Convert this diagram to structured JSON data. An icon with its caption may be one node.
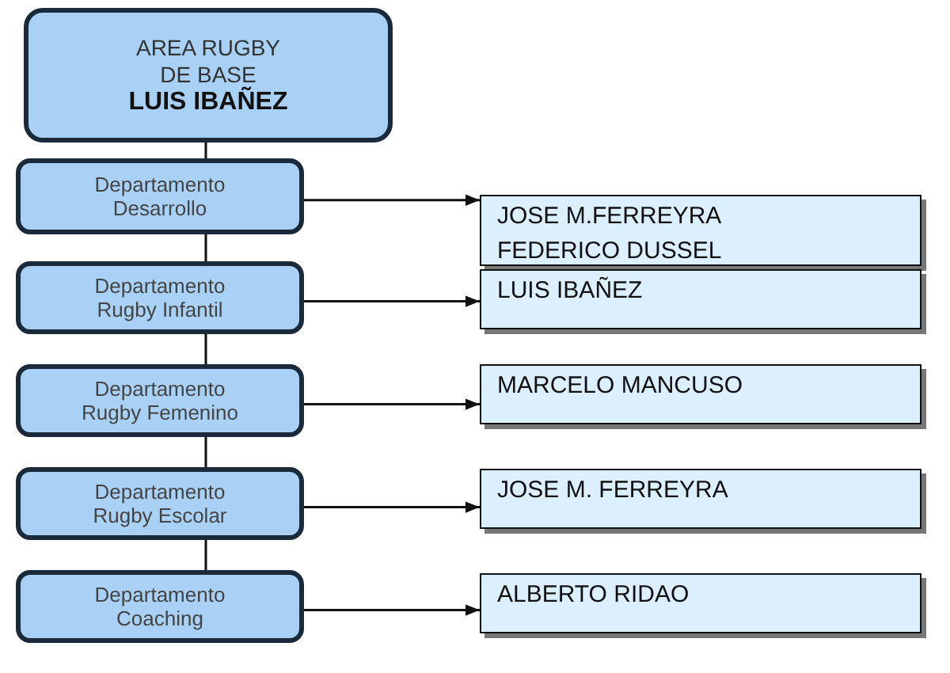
{
  "diagram": {
    "nodes": [
      {
        "text": [
          "AREA RUGBY DE BASE",
          "LUIS IBAÑEZ"
        ]
      },
      {
        "text": [
          "Departamento Desarrollo"
        ]
      },
      {
        "text": [
          "JOSE M.FERREYRA FEDERICO DUSSEL"
        ]
      },
      {
        "text": [
          "Departamento Rugby Infantil"
        ]
      },
      {
        "text": [
          "LUIS IBAÑEZ"
        ]
      },
      {
        "text": [
          "Departamento Rugby Femenino"
        ]
      },
      {
        "text": [
          "MARCELO MANCUSO"
        ]
      },
      {
        "text": [
          "Departamento Rugby Escolar"
        ]
      },
      {
        "text": [
          "JOSE M. FERREYRA"
        ]
      },
      {
        "text": [
          "Departamento Coaching"
        ]
      },
      {
        "text": [
          "ALBERTO RIDAO"
        ]
      }
    ],
    "edges": [
      {
        "from": 0,
        "to": 1,
        "arrow": "none"
      },
      {
        "from": 1,
        "to": 3,
        "arrow": "none"
      },
      {
        "from": 3,
        "to": 5,
        "arrow": "none"
      },
      {
        "from": 5,
        "to": 7,
        "arrow": "none"
      },
      {
        "from": 7,
        "to": 9,
        "arrow": "none"
      },
      {
        "from": 1,
        "to": 2,
        "arrow": "to"
      },
      {
        "from": 3,
        "to": 4,
        "arrow": "to"
      },
      {
        "from": 5,
        "to": 6,
        "arrow": "to"
      },
      {
        "from": 7,
        "to": 8,
        "arrow": "to"
      },
      {
        "from": 9,
        "to": 10,
        "arrow": "to"
      }
    ]
  }
}
